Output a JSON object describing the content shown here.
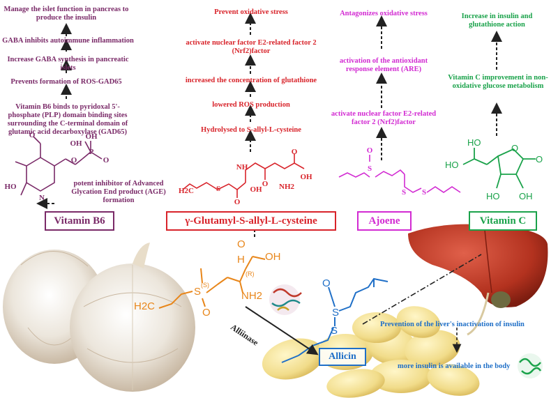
{
  "b6": {
    "step1": "Manage the islet function in pancreas to produce the insulin",
    "step2": "GABA inhibits autoimmune inflammation",
    "step3": "Increase GABA synthesis in pancreatic islets",
    "step4": "Prevents formation of ROS-GAD65",
    "step5": "Vitamin B6 binds to pyridoxal 5'-phosphate (PLP) domain binding sites surrounding the C-terminal domain of glutamic acid decarboxylase (GAD65)",
    "age": "potent inhibitor of Advanced Glycation End product (AGE) formation",
    "label": "Vitamin B6"
  },
  "gsac": {
    "step1": "Prevent oxidative stress",
    "step2": "activate nuclear factor E2-related factor 2 (Nrf2)factor",
    "step3": "increased the concentration of glutathione",
    "step4": "lowered ROS production",
    "step5": "Hydrolysed to S-allyl-L-cysteine",
    "label": "γ-Glutamyl-S-allyl-L-cysteine"
  },
  "ajoene": {
    "step1": "Antagonizes oxidative stress",
    "step2": "activation of the antioxidant response element (ARE)",
    "step3": "activate nuclear factor E2-related factor 2 (Nrf2)factor",
    "label": "Ajoene"
  },
  "vitc": {
    "step1": "Increase in insulin and glutathione action",
    "step2": "Vitamin C improvement in non-oxidative glucose metabolism",
    "label": "Vitamin C"
  },
  "allicin": {
    "label": "Allicin",
    "enzyme": "Alliinase",
    "liver1": "Prevention of the liver's inactivation of insulin",
    "liver2": "more insulin is available in the body"
  },
  "chem": {
    "oh": "OH",
    "ho": "HO",
    "o": "O",
    "p": "P",
    "n": "N",
    "s": "S",
    "nh": "NH",
    "nh2": "NH2",
    "h2c": "H2C",
    "h": "H",
    "r": "(R)",
    "sconf": "(S)"
  },
  "colors": {
    "purple": "#7a2a68",
    "red": "#d8232a",
    "magenta": "#d22ad2",
    "green": "#1aa24a",
    "orange": "#e8861a",
    "blue": "#1f6fc7"
  }
}
